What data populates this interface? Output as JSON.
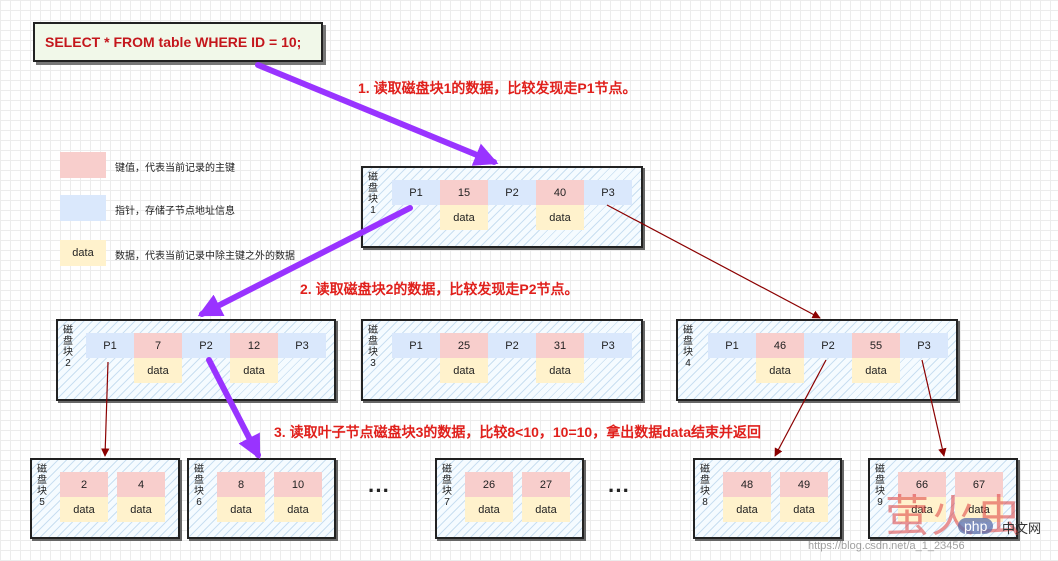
{
  "sql": "SELECT *  FROM table WHERE ID = 10;",
  "steps": {
    "s1": "1. 读取磁盘块1的数据，比较发现走P1节点。",
    "s2": "2. 读取磁盘块2的数据，比较发现走P2节点。",
    "s3": "3. 读取叶子节点磁盘块3的数据，比较8<10，10=10，拿出数据data结束并返回"
  },
  "legend": {
    "key": "键值，代表当前记录的主键",
    "pointer": "指针，存储子节点地址信息",
    "data_cell": "data",
    "data": "数据，代表当前记录中除主键之外的数据"
  },
  "labels": {
    "data": "data",
    "ellipsis": "···"
  },
  "blocks": {
    "root": {
      "label": "磁盘块1",
      "p": [
        "P1",
        "P2",
        "P3"
      ],
      "keys": [
        "15",
        "40"
      ]
    },
    "mid1": {
      "label": "磁盘块2",
      "p": [
        "P1",
        "P2",
        "P3"
      ],
      "keys": [
        "7",
        "12"
      ]
    },
    "mid2": {
      "label": "磁盘块3",
      "p": [
        "P1",
        "P2",
        "P3"
      ],
      "keys": [
        "25",
        "31"
      ]
    },
    "mid3": {
      "label": "磁盘块4",
      "p": [
        "P1",
        "P2",
        "P3"
      ],
      "keys": [
        "46",
        "55"
      ]
    },
    "leaf5": {
      "label": "磁盘块5",
      "keys": [
        "2",
        "4"
      ]
    },
    "leaf6": {
      "label": "磁盘块6",
      "keys": [
        "8",
        "10"
      ]
    },
    "leaf7": {
      "label": "磁盘块7",
      "keys": [
        "26",
        "27"
      ]
    },
    "leaf8": {
      "label": "磁盘块8",
      "keys": [
        "48",
        "49"
      ]
    },
    "leaf9": {
      "label": "磁盘块9",
      "keys": [
        "66",
        "67"
      ]
    }
  },
  "watermark": {
    "brand": "萤火虫",
    "php": "php",
    "cn": "中文网",
    "url": "https://blog.csdn.net/a_1_23456"
  },
  "colors": {
    "key": "#f8cecc",
    "pointer": "#dae8fc",
    "data": "#fff2cc",
    "arrow_main": "#9933ff",
    "arrow_thin": "#8b0000",
    "step_text": "#e0201c"
  }
}
